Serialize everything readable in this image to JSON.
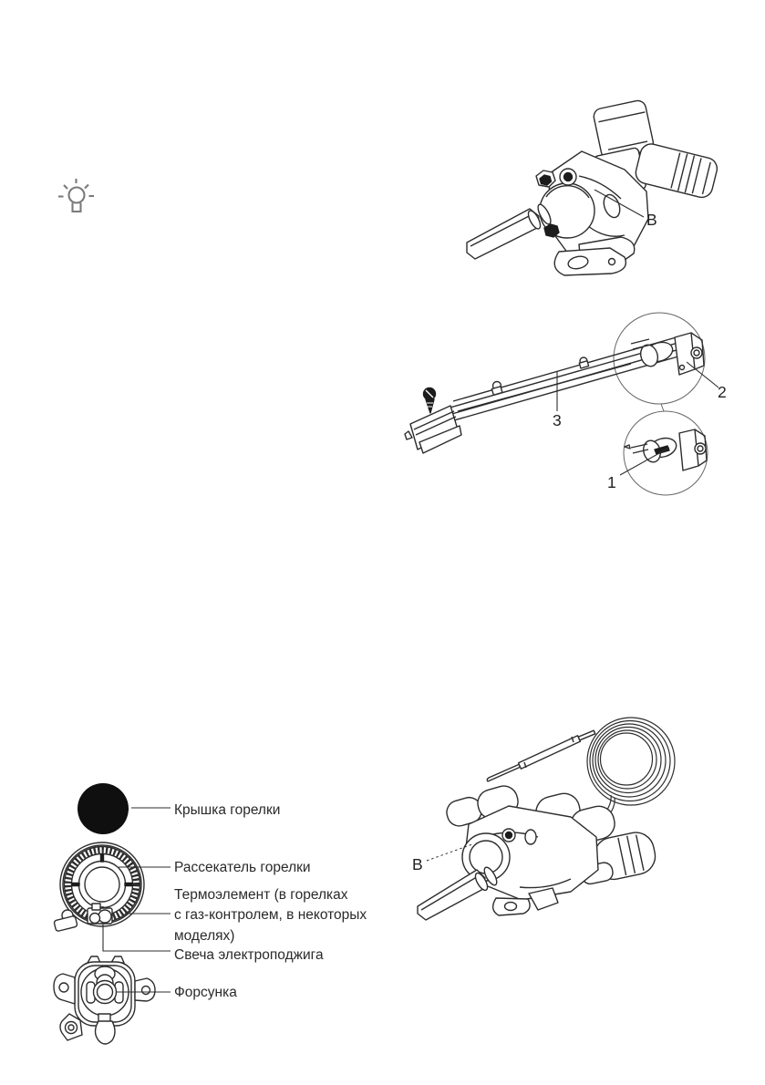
{
  "document": {
    "kind": "appliance-manual-illustration-page",
    "background": "#ffffff",
    "ink_color": "#2d2d2d",
    "text_color": "#2a2a2a",
    "tip_icon": "lightbulb-icon",
    "tip_icon_color": "#7a7a7a"
  },
  "figures": {
    "gas_tap": {
      "description": "gas tap line drawing",
      "callout": "B"
    },
    "oven_burner_assembly": {
      "description": "oven burner tube with fixing screw and two magnified detail circles",
      "callouts": {
        "igniter_detail": "1",
        "bracket_detail": "2",
        "burner_tube": "3"
      }
    },
    "burner_parts": {
      "description": "exploded view of hob burner parts",
      "labels": [
        {
          "name": "burner-cap",
          "lines": [
            "Крышка горелки"
          ]
        },
        {
          "name": "burner-spreader",
          "lines": [
            "Рассекатель горелки"
          ]
        },
        {
          "name": "thermocouple",
          "lines": [
            "Термоэлемент (в горелках",
            "с газ-контролем, в некоторых",
            "моделях)"
          ]
        },
        {
          "name": "ignition-plug",
          "lines": [
            "Свеча электроподжига"
          ]
        },
        {
          "name": "nozzle",
          "lines": [
            "Форсунка"
          ]
        }
      ]
    },
    "thermostat_tap": {
      "description": "thermostat gas tap with capillary coil and sensor probe",
      "callout": "B"
    }
  }
}
